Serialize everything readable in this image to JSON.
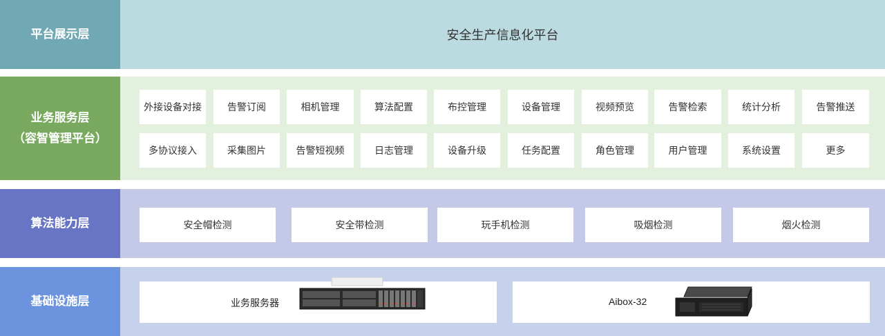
{
  "layers": {
    "platform": {
      "label": "平台展示层",
      "title": "安全生产信息化平台"
    },
    "business": {
      "label_line1": "业务服务层",
      "label_line2": "（容智管理平台）",
      "row1": [
        "外接设备对接",
        "告警订阅",
        "相机管理",
        "算法配置",
        "布控管理",
        "设备管理",
        "视频预览",
        "告警检索",
        "统计分析",
        "告警推送"
      ],
      "row2": [
        "多协议接入",
        "采集图片",
        "告警短视频",
        "日志管理",
        "设备升级",
        "任务配置",
        "角色管理",
        "用户管理",
        "系统设置",
        "更多"
      ]
    },
    "algorithm": {
      "label": "算法能力层",
      "items": [
        "安全帽检测",
        "安全带检测",
        "玩手机检测",
        "吸烟检测",
        "烟火检测"
      ]
    },
    "infrastructure": {
      "label": "基础设施层",
      "items": [
        "业务服务器",
        "Aibox-32"
      ]
    }
  }
}
